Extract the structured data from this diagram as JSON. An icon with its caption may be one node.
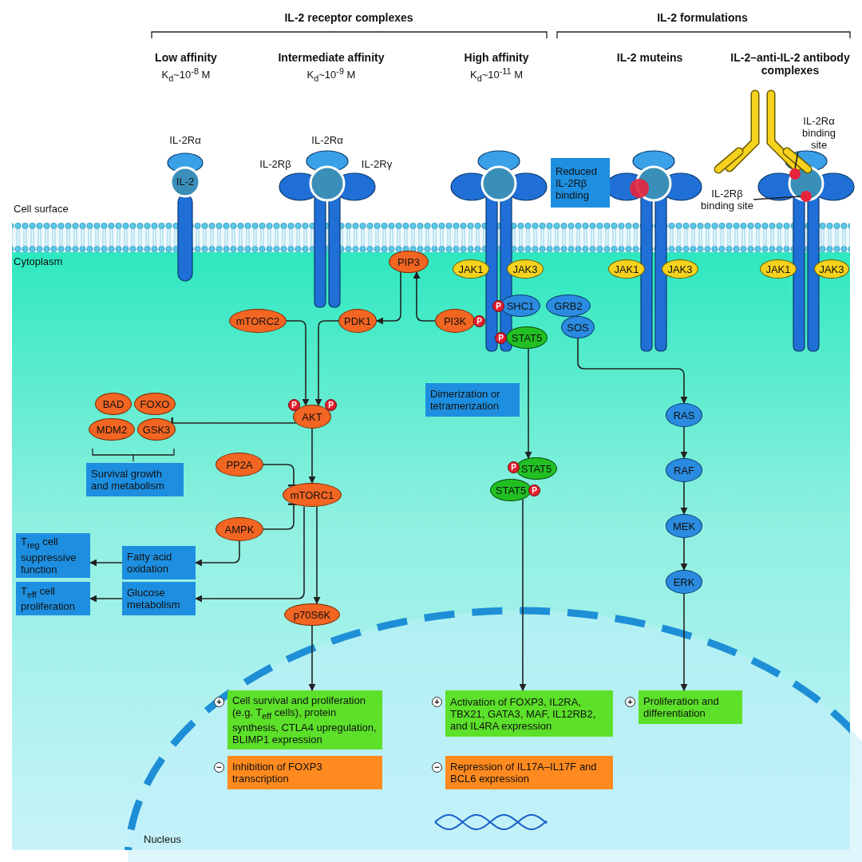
{
  "diagram": {
    "nodes": [
      {
        "text": [
          "IL-2Rα binding site"
        ]
      },
      {
        "text": [
          "Reduced IL-2Rβ binding"
        ]
      },
      {
        "text": [
          "IL-2Rβ binding site"
        ]
      },
      {
        "text": [
          "PIP3"
        ]
      },
      {
        "text": [
          "JAK1"
        ]
      },
      {
        "text": [
          "JAK3"
        ]
      },
      {
        "text": [
          "JAK1"
        ]
      },
      {
        "text": [
          "JAK3"
        ]
      },
      {
        "text": [
          "JAK1"
        ]
      },
      {
        "text": [
          "JAK3"
        ]
      },
      {
        "text": [
          "SHC1"
        ],
        "beside": [
          "P"
        ]
      },
      {
        "text": [
          "GRB2"
        ]
      },
      {
        "text": [
          "mTORC2"
        ]
      },
      {
        "text": [
          "PDK1"
        ]
      },
      {
        "text": [
          "PI3K"
        ],
        "beside": [
          "P"
        ]
      },
      {
        "text": [
          "SOS"
        ]
      },
      {
        "text": [
          "STAT5"
        ],
        "beside": [
          "P"
        ]
      },
      {
        "text": [
          "Dimerization or tetramerization"
        ]
      },
      {
        "text": [
          "BAD"
        ]
      },
      {
        "text": [
          "FOXO"
        ]
      },
      {
        "text": [
          "AKT"
        ],
        "beside": [
          "P",
          "P"
        ]
      },
      {
        "text": [
          "RAS"
        ]
      },
      {
        "text": [
          "MDM2"
        ]
      },
      {
        "text": [
          "GSK3"
        ]
      },
      {
        "text": [
          "Survival growth and metabolism"
        ]
      },
      {
        "text": [
          "PP2A"
        ]
      },
      {
        "text": [
          "STAT5"
        ],
        "beside": [
          "P"
        ]
      },
      {
        "text": [
          "STAT5"
        ],
        "beside": [
          "P"
        ]
      },
      {
        "text": [
          "RAF"
        ]
      },
      {
        "text": [
          "mTORC1"
        ]
      },
      {
        "text": [
          "AMPK"
        ]
      },
      {
        "text": [
          "MEK"
        ]
      },
      {
        "text": [
          "T$_{reg}$ cell suppressive function"
        ]
      },
      {
        "text": [
          "Fatty acid oxidation"
        ]
      },
      {
        "text": [
          "Glucose metabolism"
        ]
      },
      {
        "text": [
          "T$_{eff}$ cell proliferation"
        ]
      },
      {
        "text": [
          "ERK"
        ]
      },
      {
        "text": [
          "p70S6K"
        ]
      },
      {
        "text": [
          "Nucleus"
        ]
      },
      {
        "text": [
          "Cell survival and proliferation (e.g. T$_{eff}$ cells), protein synthesis, CTLA4 upregulation, BLIMP1 expression"
        ],
        "in": 38,
        "beside": [
          "+"
        ]
      },
      {
        "text": [
          "Activation of FOXP3, IL2RA, TBX21, GATA3, MAF, IL12RB2, and IL4RA expression"
        ],
        "in": 38,
        "beside": [
          "+"
        ]
      },
      {
        "text": [
          "Proliferation and differentiation"
        ],
        "in": 38,
        "beside": [
          "+"
        ]
      },
      {
        "text": [
          "Inhibition of FOXP3 transcription"
        ],
        "in": 38,
        "beside": [
          "−"
        ]
      },
      {
        "text": [
          "Repression of IL17A–IL17F and BCL6 expression"
        ],
        "in": 38,
        "beside": [
          "−"
        ]
      },
      {
        "text": [],
        "shape": "circle"
      },
      {
        "text": [],
        "shape": "circle"
      }
    ],
    "edges": [
      {
        "from": 14,
        "to": 3,
        "arrow": "to"
      },
      {
        "from": 3,
        "to": 13,
        "arrow": "to"
      },
      {
        "from": 12,
        "to": 20,
        "arrow": "to"
      },
      {
        "from": 13,
        "to": 20,
        "arrow": "to"
      },
      {
        "from": 20,
        "to": 23,
        "arrow": "other"
      },
      {
        "from": 20,
        "to": 29,
        "arrow": "to"
      },
      {
        "from": 25,
        "to": 29,
        "arrow": "other"
      },
      {
        "from": 30,
        "to": 29,
        "arrow": "other"
      },
      {
        "from": 30,
        "to": 33,
        "arrow": "to"
      },
      {
        "from": 29,
        "to": 34,
        "arrow": "to"
      },
      {
        "from": 29,
        "to": 37,
        "arrow": "to"
      },
      {
        "from": 33,
        "to": 32,
        "arrow": "to"
      },
      {
        "from": 34,
        "to": 35,
        "arrow": "to"
      },
      {
        "from": 37,
        "to": 39,
        "arrow": "to"
      },
      {
        "from": 16,
        "to": 26,
        "arrow": "to"
      },
      {
        "from": 27,
        "to": 40,
        "arrow": "to"
      },
      {
        "from": 15,
        "to": 21,
        "arrow": "to"
      },
      {
        "from": 21,
        "to": 28,
        "arrow": "to"
      },
      {
        "from": 28,
        "to": 31,
        "arrow": "to"
      },
      {
        "from": 31,
        "to": 36,
        "arrow": "to"
      },
      {
        "from": 36,
        "to": 41,
        "arrow": "to"
      },
      {
        "from": 0,
        "to": 44,
        "arrow": "none"
      },
      {
        "from": 2,
        "to": 45,
        "arrow": "none"
      }
    ],
    "labels": [
      "IL-2 receptor complexes",
      "IL-2 formulations",
      "Low affinity",
      "K$_{d}$~10$^{-8}$ M",
      "Intermediate affinity",
      "K$_{d}$~10$^{-9}$ M",
      "High affinity",
      "K$_{d}$~10$^{-11}$ M",
      "IL-2 muteins",
      "IL-2–anti-IL-2 antibody complexes",
      "IL-2Rα",
      "IL-2",
      "IL-2Rα",
      "IL-2Rβ",
      "IL-2Rγ",
      "Cell surface",
      "Cytoplasm"
    ]
  }
}
